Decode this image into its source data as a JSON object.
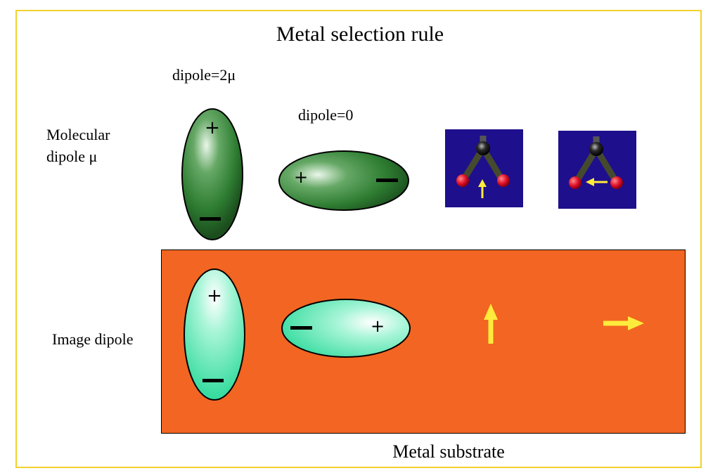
{
  "title": "Metal selection rule",
  "rows": {
    "molecular_label": "Molecular dipole μ",
    "image_label": "Image dipole"
  },
  "dipole_labels": {
    "double": "dipole=2μ",
    "zero": "dipole=0"
  },
  "substrate_label": "Metal substrate",
  "signs": {
    "plus": "+",
    "minus": "−"
  },
  "colors": {
    "frame": "#f2d22e",
    "metal": "#f26522",
    "molecular_dipole": "#2e7d32",
    "image_dipole": "#4ee8b4",
    "arrow": "#ffeb3b",
    "molecule_bg": "#1e0f8c",
    "oxygen_atom": "#e0102a",
    "carbon_atom": "#1a1a1a"
  },
  "icons": [
    "molecule-vertical-icon",
    "molecule-horizontal-icon",
    "arrow-up-icon",
    "arrow-right-icon"
  ]
}
